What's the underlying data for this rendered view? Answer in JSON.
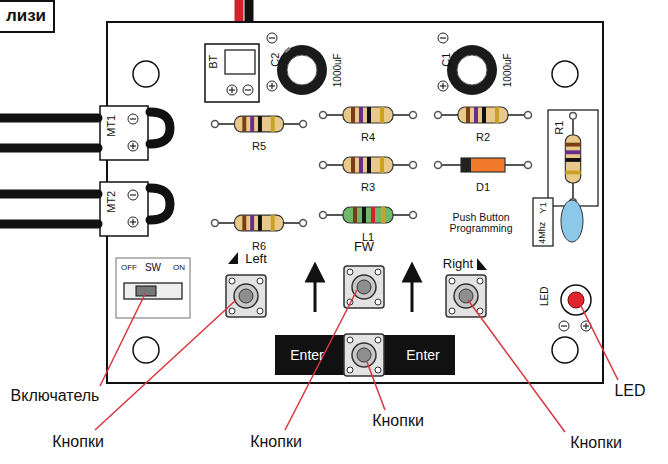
{
  "diagram": {
    "labels": [
      "лизи",
      "BT",
      "C2",
      "1000uF",
      "C1",
      "1000uF",
      "R5",
      "R4",
      "R2",
      "R3",
      "D1",
      "R1",
      "MT1",
      "MT2",
      "R6",
      "L1",
      "Push Button Programming",
      "Y1",
      "4Mhz",
      "OFF",
      "SW",
      "ON",
      "Left",
      "FW",
      "Right",
      "LED",
      "Enter",
      "Enter",
      "Включатель",
      "Кнопки",
      "Кнопки",
      "Кнопки",
      "Кнопки",
      "LED"
    ]
  }
}
